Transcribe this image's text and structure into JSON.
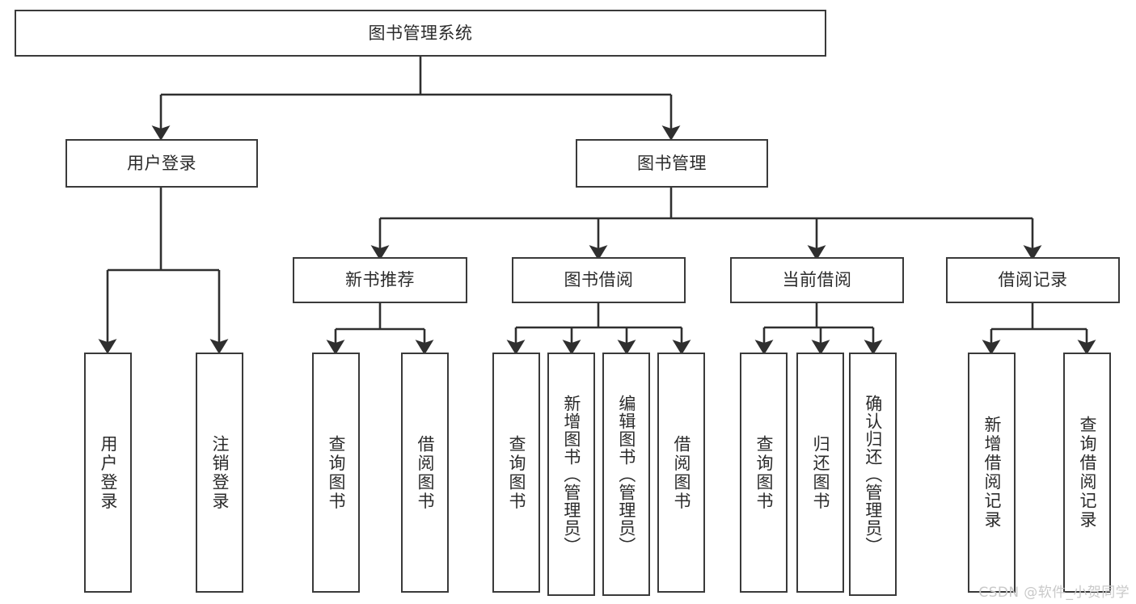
{
  "diagram": {
    "title": "图书管理系统",
    "type": "tree-hierarchy-chart",
    "line_color": "#3a3a3a",
    "text_color": "#2b2b2b",
    "background": "#ffffff",
    "root": {
      "label": "图书管理系统"
    },
    "level1": [
      {
        "label": "用户登录"
      },
      {
        "label": "图书管理"
      }
    ],
    "level2": [
      {
        "label": "新书推荐"
      },
      {
        "label": "图书借阅"
      },
      {
        "label": "当前借阅"
      },
      {
        "label": "借阅记录"
      }
    ],
    "leaves": {
      "user_login": [
        {
          "label": "用户登录"
        },
        {
          "label": "注销登录"
        }
      ],
      "new_book": [
        {
          "label": "查询图书"
        },
        {
          "label": "借阅图书"
        }
      ],
      "borrow_book": [
        {
          "label": "查询图书"
        },
        {
          "label": "新增图书（管理员）"
        },
        {
          "label": "编辑图书（管理员）"
        },
        {
          "label": "借阅图书"
        }
      ],
      "current_borrow": [
        {
          "label": "查询图书"
        },
        {
          "label": "归还图书"
        },
        {
          "label": "确认归还（管理员）"
        }
      ],
      "borrow_record": [
        {
          "label": "新增借阅记录"
        },
        {
          "label": "查询借阅记录"
        }
      ]
    }
  },
  "watermark": {
    "text": "CSDN @软件_小贺同学",
    "color": "#c9c9c9"
  }
}
